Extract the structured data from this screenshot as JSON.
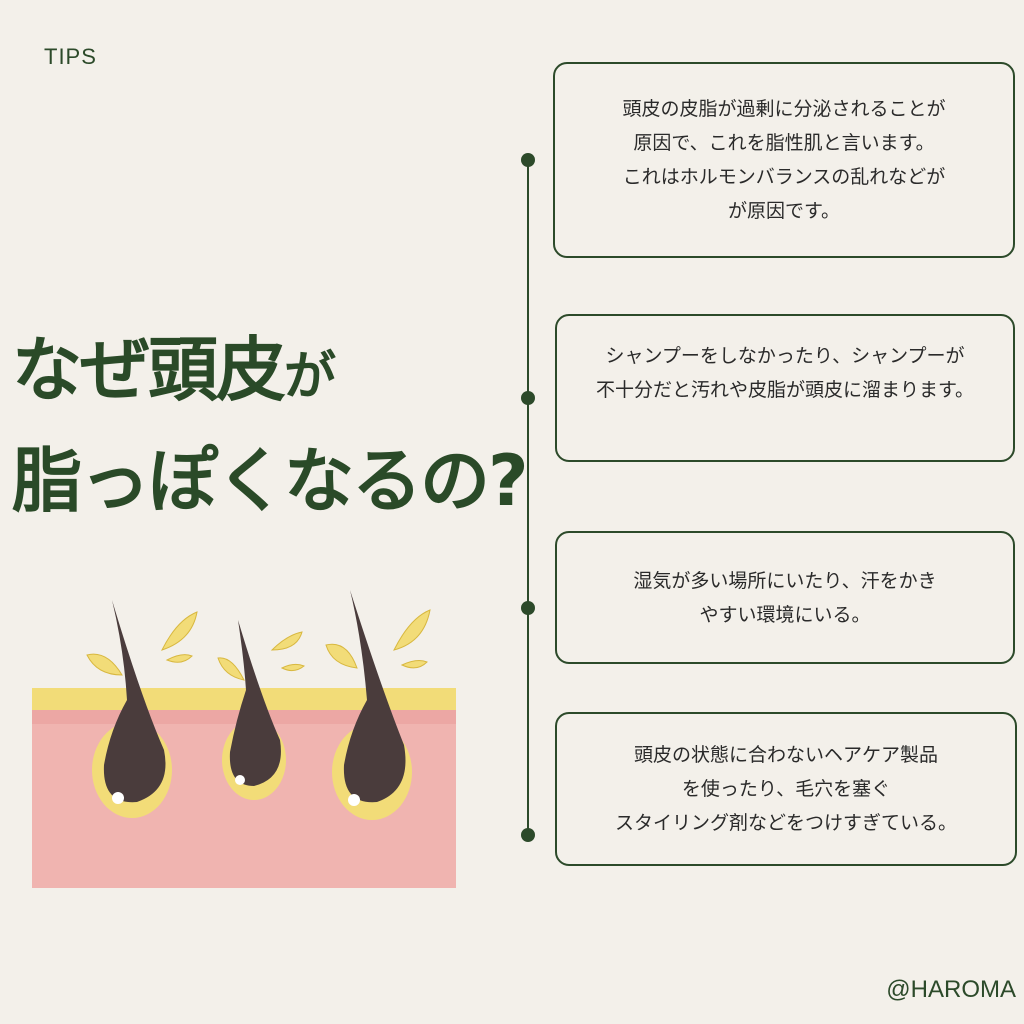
{
  "header": {
    "tag": "TIPS"
  },
  "title": {
    "line1": "なぜ頭皮",
    "line1_small": "が",
    "line2": "脂っぽくなるの?"
  },
  "reasons": [
    {
      "lines": [
        "頭皮の皮脂が過剰に分泌されることが",
        "原因で、これを脂性肌と言います。",
        "これはホルモンバランスの乱れなどが",
        "が原因です。"
      ]
    },
    {
      "lines": [
        "シャンプーをしなかったり、シャンプーが",
        "不十分だと汚れや皮脂が頭皮に溜まります。"
      ]
    },
    {
      "lines": [
        "湿気が多い場所にいたり、汗をかき",
        "やすい環境にいる。"
      ]
    },
    {
      "lines": [
        "頭皮の状態に合わないヘアケア製品",
        "を使ったり、毛穴を塞ぐ",
        "スタイリング剤などをつけすぎている。"
      ]
    }
  ],
  "footer": {
    "handle": "@HAROMA"
  },
  "colors": {
    "accent": "#2c4a2a",
    "background": "#f3f0ea",
    "skin": "#f0b4b0",
    "sebum": "#f2dc78",
    "hair": "#4a3c3c"
  }
}
